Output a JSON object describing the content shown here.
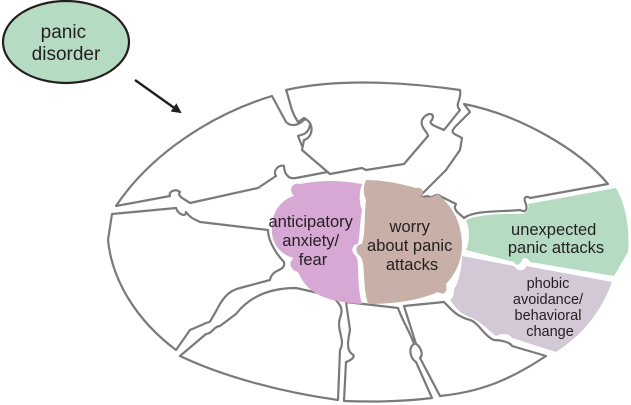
{
  "source_node": {
    "label_lines": [
      "panic",
      "disorder"
    ],
    "fill": "#b5dcc3"
  },
  "pieces": {
    "anticipatory": {
      "label_lines": [
        "anticipatory",
        "anxiety/",
        "fear"
      ],
      "fill": "#d7a8d4"
    },
    "worry": {
      "label_lines": [
        "worry",
        "about panic",
        "attacks"
      ],
      "fill": "#c8b0a8"
    },
    "unexpected": {
      "label_lines": [
        "unexpected",
        "panic attacks"
      ],
      "fill": "#b5dcc3"
    },
    "phobic": {
      "label_lines": [
        "phobic",
        "avoidance/",
        "behavioral",
        "change"
      ],
      "fill": "#d3c8d6"
    }
  },
  "empty_pieces_count": 8,
  "colors": {
    "outline": "#7a7a7a",
    "arrow": "#231f20",
    "text": "#231f20"
  }
}
